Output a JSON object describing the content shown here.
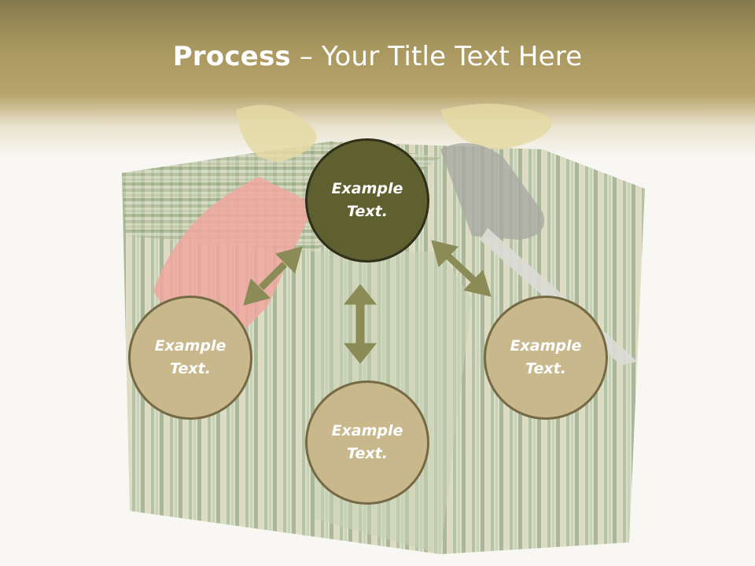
{
  "title": {
    "bold": "Process",
    "rest": " – Your Title Text Here"
  },
  "nodes": {
    "top": "Example\nText.",
    "left": "Example\nText.",
    "bottom": "Example\nText.",
    "right": "Example\nText."
  },
  "colors": {
    "header": "#a8975f",
    "arrow": "#8a8b56",
    "top_node": "#5f6030",
    "node": "#c8b88c"
  }
}
